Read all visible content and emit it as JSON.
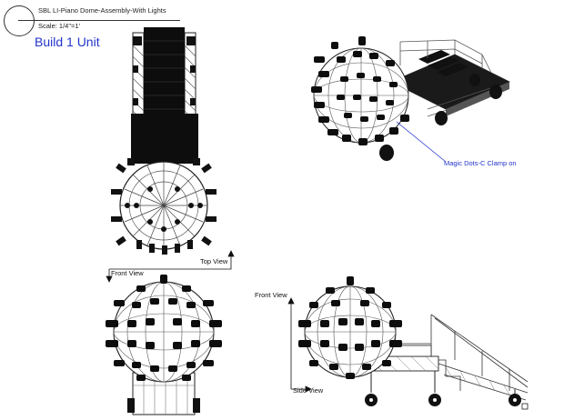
{
  "title_block": {
    "title": "SBL LI-Piano Dome-Assembly-With Lights",
    "scale": "Scale: 1/4\"=1'"
  },
  "build_note": "Build 1 Unit",
  "views": {
    "top_view_label": "Top View",
    "front_view_label_left": "Front View",
    "front_view_label_right": "Front View",
    "side_view_label": "Side View"
  },
  "callout": {
    "text": "Magic Dots-C Clamp on"
  },
  "colors": {
    "callout_blue": "#2233cc",
    "line_dark": "#111111",
    "frame_grey": "#888888"
  }
}
